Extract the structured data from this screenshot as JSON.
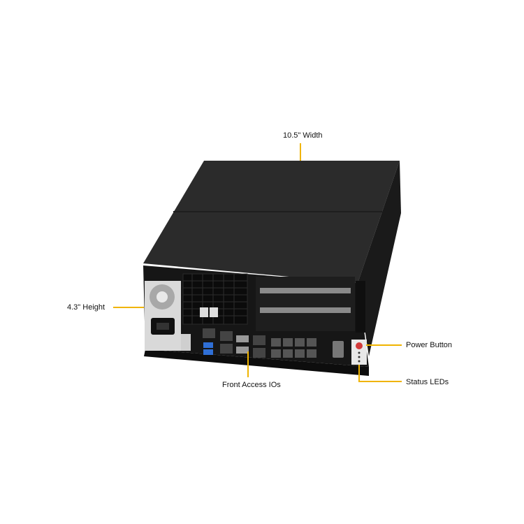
{
  "callouts": {
    "width": "10.5\" Width",
    "height": "4.3\" Height",
    "front_io": "Front Access IOs",
    "power_button": "Power Button",
    "status_leds": "Status LEDs"
  },
  "colors": {
    "callout_line": "#f0b400",
    "chassis_top": "#2b2b2b",
    "chassis_side": "#1c1c1c",
    "front_panel": "#141414",
    "usb_blue": "#2f6fd6",
    "power_button": "#d23a3a"
  }
}
